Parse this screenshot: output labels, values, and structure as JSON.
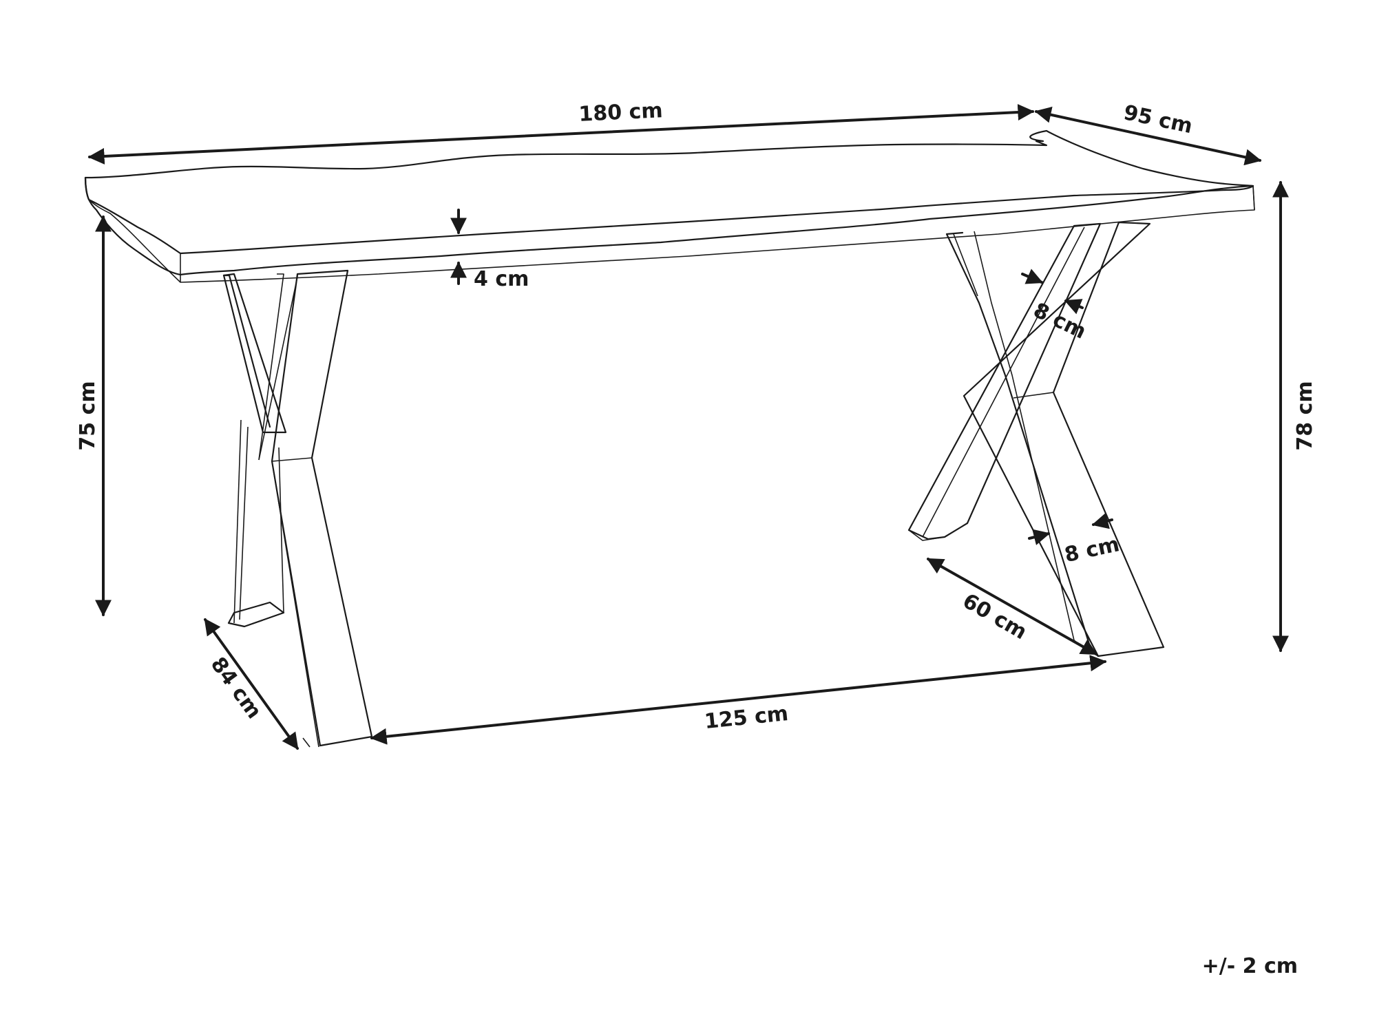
{
  "diagram": {
    "labels": {
      "length": "180 cm",
      "depth": "95 cm",
      "height_front": "75 cm",
      "height_back": "78 cm",
      "top_thickness": "4 cm",
      "leg_width_top": "8 cm",
      "leg_width_bottom": "8 cm",
      "leg_depth_side": "60 cm",
      "leg_depth_front": "84 cm",
      "leg_span": "125 cm",
      "tolerance": "+/- 2 cm"
    },
    "colors": {
      "line": "#1a1a1a",
      "background": "#ffffff"
    }
  }
}
